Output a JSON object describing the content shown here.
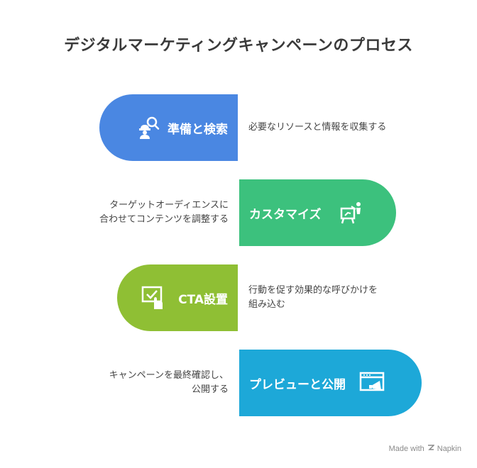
{
  "title": "デジタルマーケティングキャンペーンのプロセス",
  "steps": [
    {
      "label": "準備と検索",
      "icon": "person-search-icon",
      "color": "#4a87e2",
      "side": "left",
      "description": [
        "必要なリソースと情報を収集する"
      ]
    },
    {
      "label": "カスタマイズ",
      "icon": "easel-customize-icon",
      "color": "#3cc17d",
      "side": "right",
      "description": [
        "ターゲットオーディエンスに",
        "合わせてコンテンツを調整する"
      ]
    },
    {
      "label": "CTA設置",
      "icon": "screen-check-click-icon",
      "color": "#8fbf34",
      "side": "left",
      "description": [
        "行動を促す効果的な呼びかけを",
        "組み込む"
      ]
    },
    {
      "label": "プレビューと公開",
      "icon": "megaphone-window-icon",
      "color": "#1da8d8",
      "side": "right",
      "description": [
        "キャンペーンを最終確認し、",
        "公開する"
      ]
    }
  ],
  "footer": {
    "made_with": "Made with",
    "brand": "Napkin"
  }
}
